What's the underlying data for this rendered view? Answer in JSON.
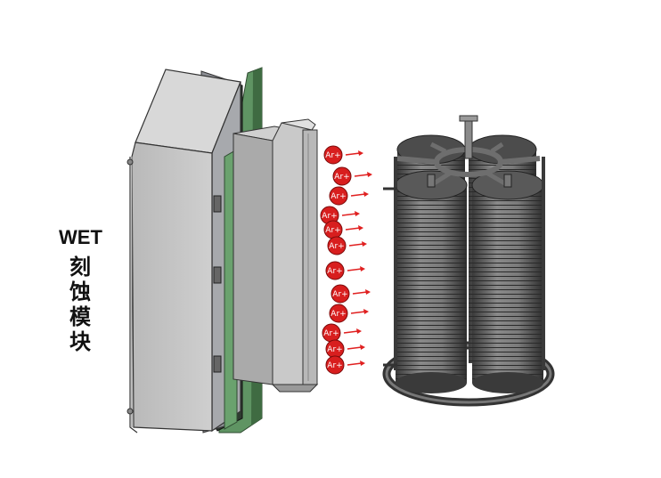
{
  "module_label": {
    "en": "WET",
    "zh": [
      "刻",
      "蚀",
      "模",
      "块"
    ]
  },
  "ion_label": "Ar+",
  "ion_count": 12,
  "colors": {
    "ion_fill": "#d81e1e",
    "arrow": "#e02020",
    "panel_green": "#5a8f5f",
    "housing_gray": "#b4b4b4",
    "drum_dark": "#555555"
  }
}
